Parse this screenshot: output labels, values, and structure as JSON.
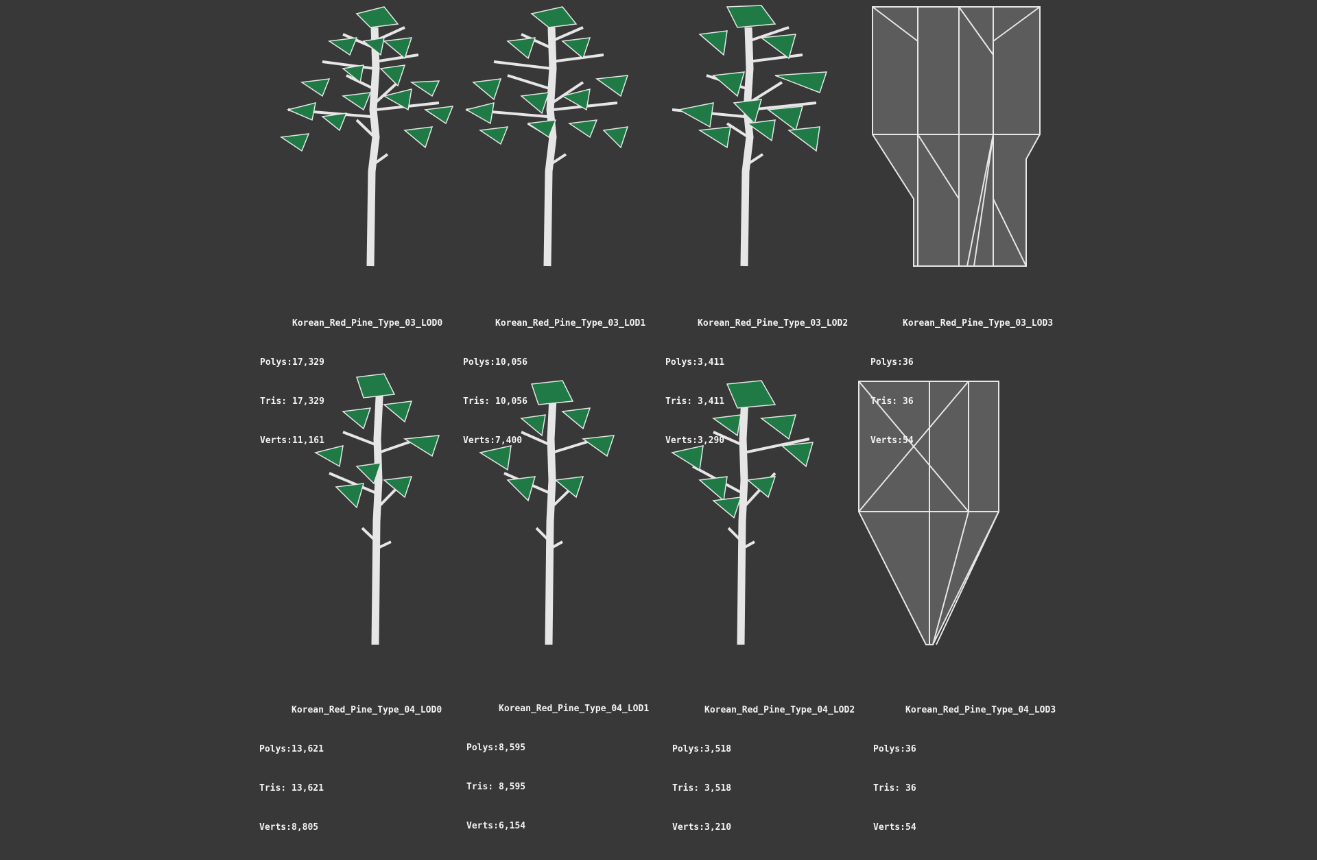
{
  "viewport": {
    "background": "#383838",
    "wire_color": "#e6e6e6",
    "leaf_color": "#1f7a45",
    "leaf_dark": "#0d3b22"
  },
  "models": [
    {
      "name": "Korean_Red_Pine_Type_03_LOD0",
      "polys_label": "Polys:",
      "polys": "17,329",
      "tris_label": "Tris:",
      "tris": "17,329",
      "verts_label": "Verts:",
      "verts": "11,161",
      "kind": "tree"
    },
    {
      "name": "Korean_Red_Pine_Type_03_LOD1",
      "polys_label": "Polys:",
      "polys": "10,056",
      "tris_label": "Tris:",
      "tris": "10,056",
      "verts_label": "Verts:",
      "verts": "7,400",
      "kind": "tree"
    },
    {
      "name": "Korean_Red_Pine_Type_03_LOD2",
      "polys_label": "Polys:",
      "polys": "3,411",
      "tris_label": "Tris:",
      "tris": "3,411",
      "verts_label": "Verts:",
      "verts": "3,290",
      "kind": "tree"
    },
    {
      "name": "Korean_Red_Pine_Type_03_LOD3",
      "polys_label": "Polys:",
      "polys": "36",
      "tris_label": "Tris:",
      "tris": "36",
      "verts_label": "Verts:",
      "verts": "54",
      "kind": "billboard"
    },
    {
      "name": "Korean_Red_Pine_Type_04_LOD0",
      "polys_label": "Polys:",
      "polys": "13,621",
      "tris_label": "Tris:",
      "tris": "13,621",
      "verts_label": "Verts:",
      "verts": "8,805",
      "kind": "tree"
    },
    {
      "name": "Korean_Red_Pine_Type_04_LOD1",
      "polys_label": "Polys:",
      "polys": "8,595",
      "tris_label": "Tris:",
      "tris": "8,595",
      "verts_label": "Verts:",
      "verts": "6,154",
      "kind": "tree"
    },
    {
      "name": "Korean_Red_Pine_Type_04_LOD2",
      "polys_label": "Polys:",
      "polys": "3,518",
      "tris_label": "Tris:",
      "tris": "3,518",
      "verts_label": "Verts:",
      "verts": "3,210",
      "kind": "tree"
    },
    {
      "name": "Korean_Red_Pine_Type_04_LOD3",
      "polys_label": "Polys:",
      "polys": "36",
      "tris_label": "Tris:",
      "tris": "36",
      "verts_label": "Verts:",
      "verts": "54",
      "kind": "billboard"
    }
  ]
}
